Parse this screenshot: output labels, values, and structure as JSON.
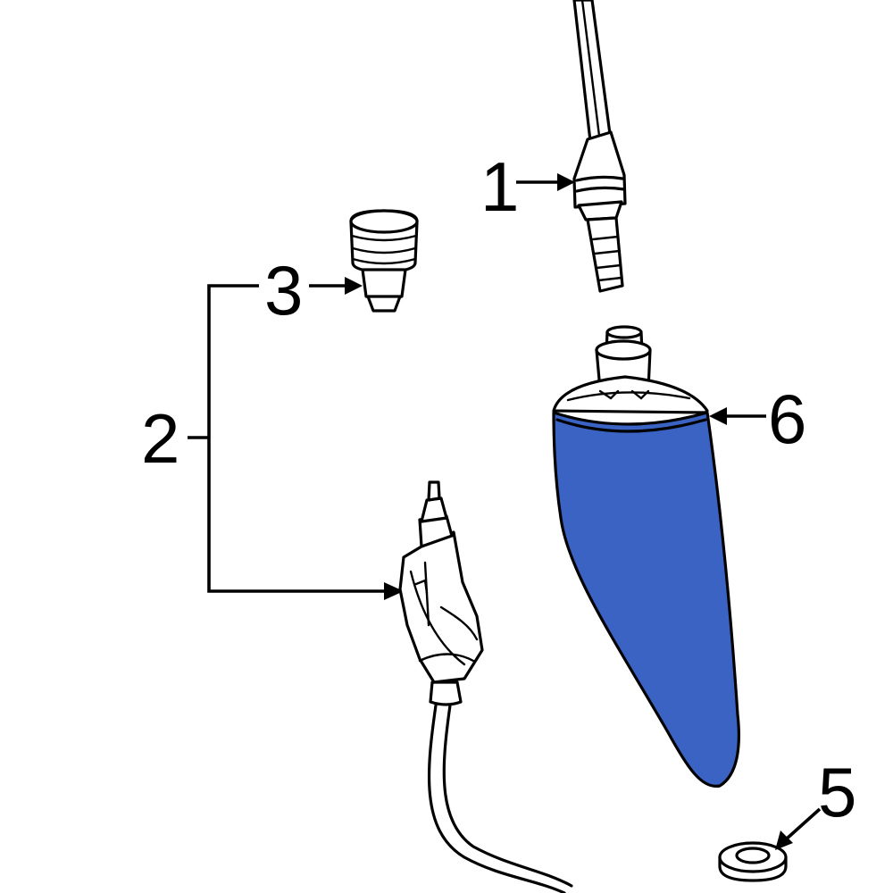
{
  "callouts": {
    "c1": "1",
    "c2": "2",
    "c3": "3",
    "c5": "5",
    "c6": "6"
  },
  "colors": {
    "highlight": "#3A63C4",
    "line": "#000000",
    "background": "#FFFFFF"
  }
}
